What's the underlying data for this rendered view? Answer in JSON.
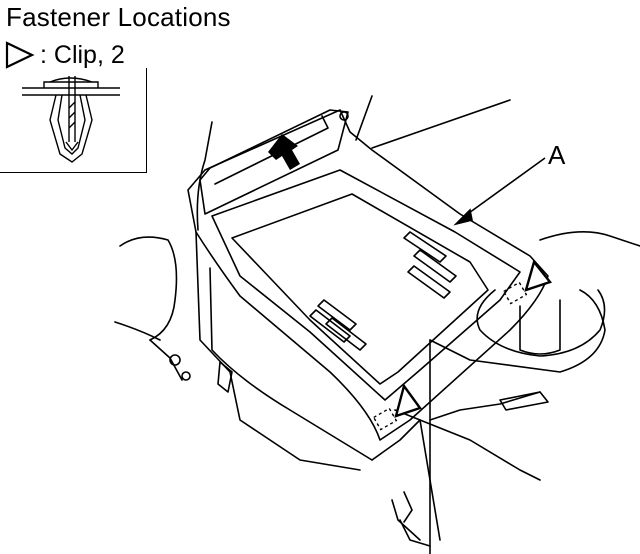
{
  "title": "Fastener Locations",
  "legend": {
    "symbol": "open-triangle-icon",
    "label": ": Clip, 2"
  },
  "callout_label": "A",
  "colors": {
    "line": "#000000",
    "background": "#ffffff"
  }
}
